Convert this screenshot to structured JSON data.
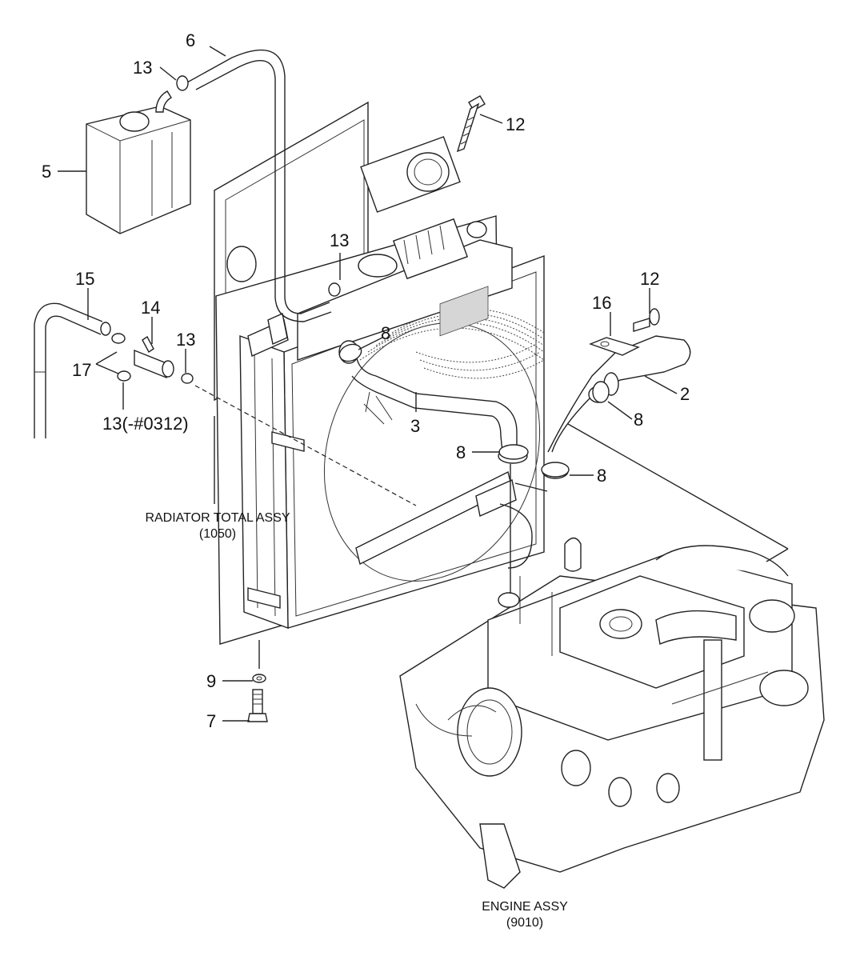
{
  "callouts": {
    "c2": "2",
    "c3": "3",
    "c5": "5",
    "c6": "6",
    "c7": "7",
    "c8a": "8",
    "c8b": "8",
    "c8c": "8",
    "c8d": "8",
    "c9": "9",
    "c12a": "12",
    "c12b": "12",
    "c13a": "13",
    "c13b": "13",
    "c13c": "13",
    "c13d": "13(-#0312)",
    "c14": "14",
    "c15": "15",
    "c16": "16",
    "c17": "17"
  },
  "assemblies": {
    "radiator": {
      "title": "RADIATOR TOTAL ASSY",
      "code": "(1050)"
    },
    "engine": {
      "title": "ENGINE ASSY",
      "code": "(9010)"
    }
  }
}
